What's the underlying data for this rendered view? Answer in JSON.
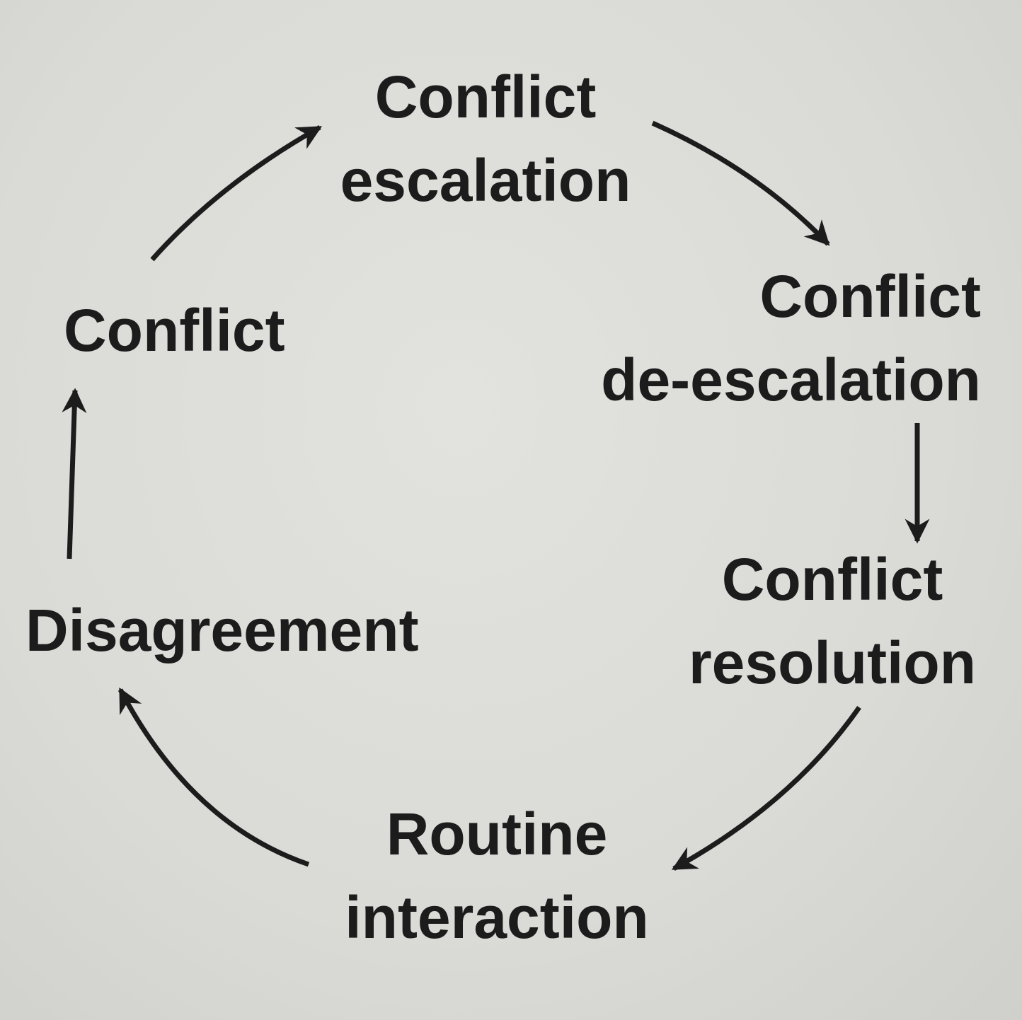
{
  "diagram": {
    "type": "cycle",
    "nodes": [
      {
        "id": "escalation",
        "lines": [
          "Conflict",
          "escalation"
        ]
      },
      {
        "id": "de_escalation",
        "lines": [
          "Conflict",
          "de-escalation"
        ]
      },
      {
        "id": "resolution",
        "lines": [
          "Conflict",
          "resolution"
        ]
      },
      {
        "id": "routine",
        "lines": [
          "Routine",
          "interaction"
        ]
      },
      {
        "id": "disagreement",
        "lines": [
          "Disagreement"
        ]
      },
      {
        "id": "conflict",
        "lines": [
          "Conflict"
        ]
      }
    ],
    "edges": [
      {
        "from": "escalation",
        "to": "de_escalation"
      },
      {
        "from": "de_escalation",
        "to": "resolution"
      },
      {
        "from": "resolution",
        "to": "routine"
      },
      {
        "from": "routine",
        "to": "disagreement"
      },
      {
        "from": "disagreement",
        "to": "conflict"
      },
      {
        "from": "conflict",
        "to": "escalation"
      }
    ],
    "colors": {
      "text": "#1c1c1c",
      "arrow": "#1c1c1c",
      "background": "#dcdcd8"
    }
  }
}
